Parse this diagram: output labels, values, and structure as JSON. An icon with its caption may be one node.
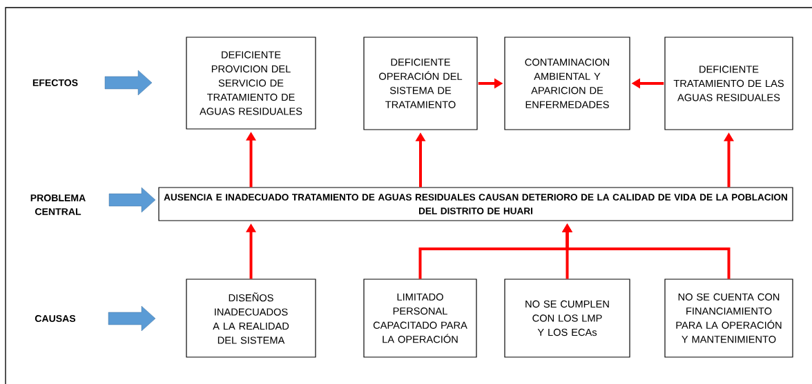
{
  "diagram": {
    "nodes": [
      {
        "text": [
          "DEFICIENTE PROVICION DEL SERVICIO DE TRATAMIENTO DE AGUAS RESIDUALES"
        ]
      },
      {
        "text": [
          "DEFICIENTE OPERACIÓN DEL SISTEMA DE TRATAMIENTO"
        ]
      },
      {
        "text": [
          "CONTAMINACION AMBIENTAL Y APARICION DE ENFERMEDADES"
        ]
      },
      {
        "text": [
          "DEFICIENTE TRATAMIENTO DE LAS AGUAS RESIDUALES"
        ]
      },
      {
        "text": [
          "AUSENCIA E INADECUADO TRATAMIENTO DE AGUAS RESIDUALES CAUSAN DETERIORO DE LA CALIDAD DE VIDA DE LA POBLACION DEL DISTRITO DE HUARI"
        ]
      },
      {
        "text": [
          "DISEÑOS INADECUADOS A LA REALIDAD DEL SISTEMA"
        ]
      },
      {
        "text": [
          "LIMITADO PERSONAL CAPACITADO PARA LA OPERACIÓN"
        ]
      },
      {
        "text": [
          "NO SE CUMPLEN CON LOS LMP Y LOS ECAs"
        ]
      },
      {
        "text": [
          "NO SE CUENTA CON FINANCIAMIENTO PARA LA OPERACIÓN Y MANTENIMIENTO"
        ]
      }
    ],
    "edges": [
      {
        "from": 4,
        "to": 0,
        "arrow": "to"
      },
      {
        "from": 4,
        "to": 1,
        "arrow": "to"
      },
      {
        "from": 4,
        "to": 3,
        "arrow": "to"
      },
      {
        "from": 1,
        "to": 2,
        "arrow": "to"
      },
      {
        "from": 3,
        "to": 2,
        "arrow": "to"
      },
      {
        "from": 5,
        "to": 4,
        "arrow": "to"
      },
      {
        "from": 6,
        "to": 4,
        "arrow": "to"
      },
      {
        "from": 7,
        "to": 4,
        "arrow": "to"
      },
      {
        "from": 8,
        "to": 4,
        "arrow": "to"
      }
    ],
    "labels": [
      "EFECTOS",
      "PROBLEMA CENTRAL",
      "CAUSAS"
    ]
  }
}
